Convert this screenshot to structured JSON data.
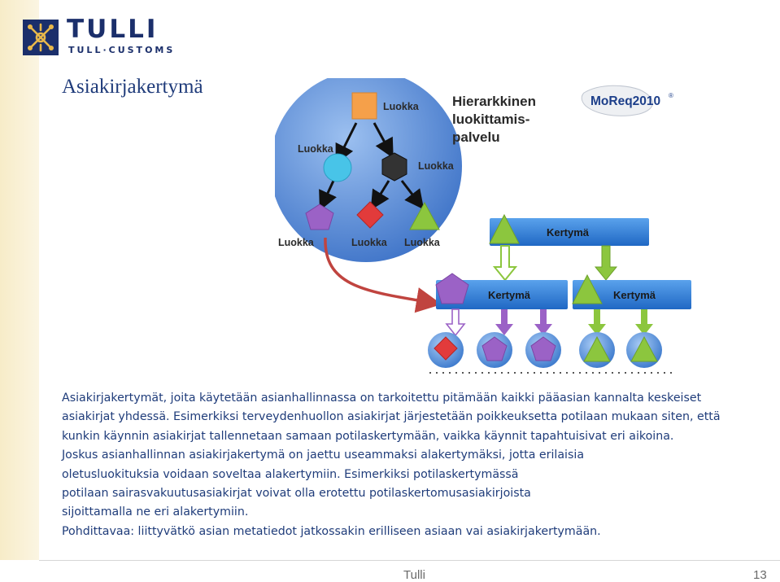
{
  "header": {
    "logo_main": "TULLI",
    "logo_sub": "TULL·CUSTOMS"
  },
  "slide": {
    "title": "Asiakirjakertymä"
  },
  "diagram": {
    "label_luokka": "Luokka",
    "label_kertyma": "Kertymä",
    "service_line1": "Hierarkkinen",
    "service_line2": "luokittamis-",
    "service_line3": "palvelu",
    "badge_moreq": "MoReq2010",
    "badge_reg": "®",
    "colors": {
      "sphere": "#4a7fcf",
      "bar": "#2f7fd6",
      "orange": "#f5a04a",
      "cyan": "#48c4e8",
      "purple": "#9b62c6",
      "red": "#e23b3b",
      "green": "#8cc63e",
      "hexagon": "#333333"
    }
  },
  "body": {
    "lines": [
      "Asiakirjakertymät, joita käytetään asianhallinnassa on tarkoitettu pitämään kaikki pääasian kannalta keskeiset",
      "asiakirjat yhdessä. Esimerkiksi terveydenhuollon asiakirjat järjestetään poikkeuksetta potilaan mukaan siten, että",
      "kunkin käynnin asiakirjat tallennetaan samaan potilaskertymään, vaikka käynnit tapahtuisivat eri aikoina.",
      "Joskus asianhallinnan asiakirjakertymä on jaettu useammaksi alakertymäksi, jotta erilaisia",
      "oletusluokituksia voidaan soveltaa alakertymiin. Esimerkiksi potilaskertymässä",
      "potilaan sairasvakuutusasiakirjat voivat olla erotettu potilaskertomusasiakirjoista",
      "sijoittamalla ne eri alakertymiin.",
      "Pohdittavaa: liittyvätkö asian metatiedot jatkossakin erilliseen asiaan vai asiakirjakertymään."
    ]
  },
  "footer": {
    "name": "Tulli",
    "page": "13"
  }
}
